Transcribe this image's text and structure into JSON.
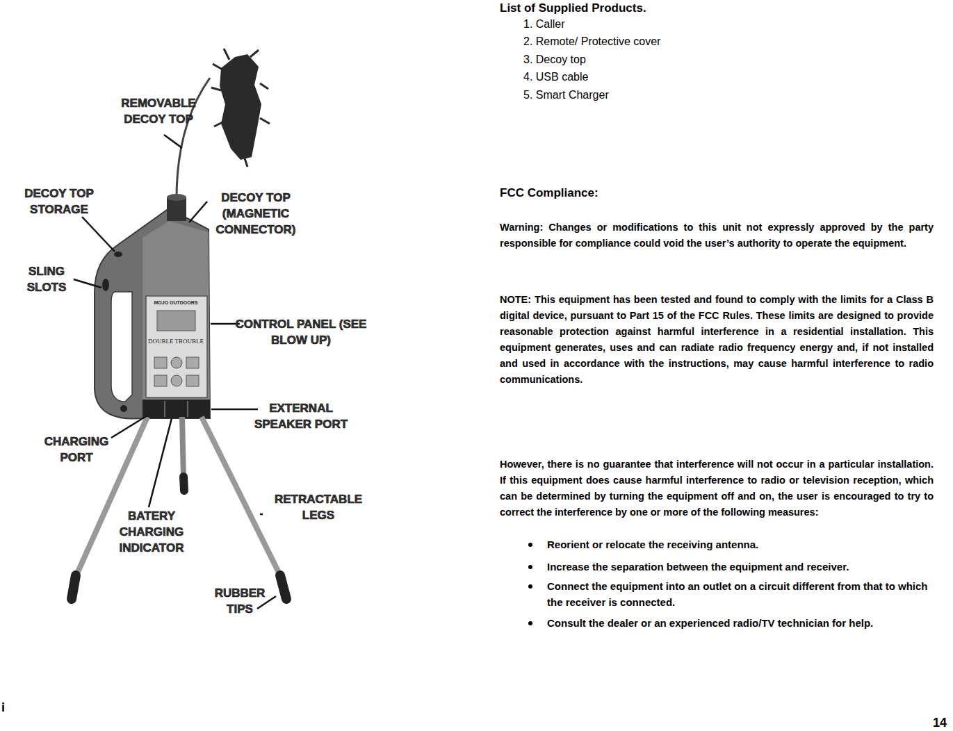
{
  "diagram": {
    "labels": [
      "List of Supplied Products.",
      "1. Caller",
      "2. Remote/ Protective cover",
      "3. Decoy top",
      "4. USB cable",
      "5. Smart Charger",
      "FCC Compliance:",
      "Warning: Changes or modifications to this unit not expressly approved by the party responsible for compliance could void the user’s authority to operate the equipment.",
      "NOTE: This equipment has been tested and found to comply with the limits for a Class B digital device, pursuant to Part 15 of the FCC Rules. These limits are designed to provide reasonable protection against harmful interference in a residential installation. This equipment generates, uses and can radiate radio frequency energy and, if not installed and used in accordance with the instructions, may cause harmful interference to radio communications.",
      "However, there is no guarantee that interference will not occur in a particular installation. If this equipment does cause harmful interference to radio or television reception, which can be determined by turning the equipment off and on, the user is encouraged to try to correct the interference by one or more of the following measures:",
      "Reorient or relocate the receiving antenna.",
      "Increase the separation between the equipment and receiver.",
      "Connect the equipment into an outlet on a circuit different from that to which the receiver is connected.",
      "Consult the dealer or an experienced radio/TV technician for help.",
      "REMOVABLE DECOY TOP",
      "DECOY TOP STORAGE",
      "DECOY TOP (MAGNETIC CONNECTOR)",
      "SLING SLOTS",
      "MOJO OUTDOORS",
      "CONTROL PANEL (SEE BLOW UP)",
      "DOUBLE TROUBLE",
      "EXTERNAL SPEAKER PORT",
      "CHARGING PORT",
      "RETRACTABLE LEGS",
      "BATERY CHARGING INDICATOR",
      "RUBBER TIPS",
      "i",
      "14"
    ]
  }
}
